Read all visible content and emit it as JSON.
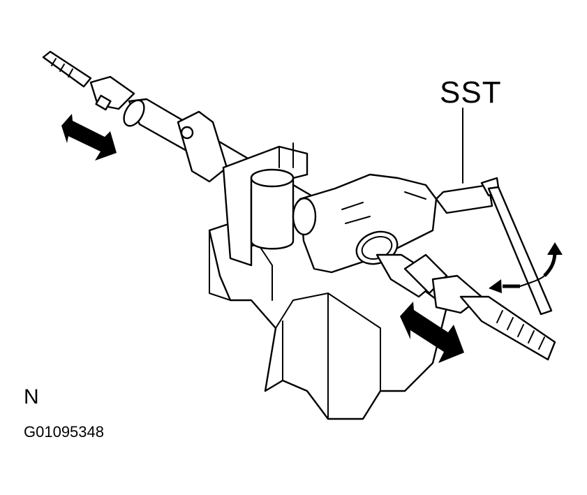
{
  "labels": {
    "tool": "SST",
    "view_marker": "N",
    "figure_code": "G01095348"
  },
  "colors": {
    "line": "#000000",
    "background": "#ffffff"
  },
  "icons": {
    "left_arrow": "double-arrow-icon",
    "right_arrow": "double-arrow-icon",
    "rotation": "rotation-arrows-icon"
  }
}
